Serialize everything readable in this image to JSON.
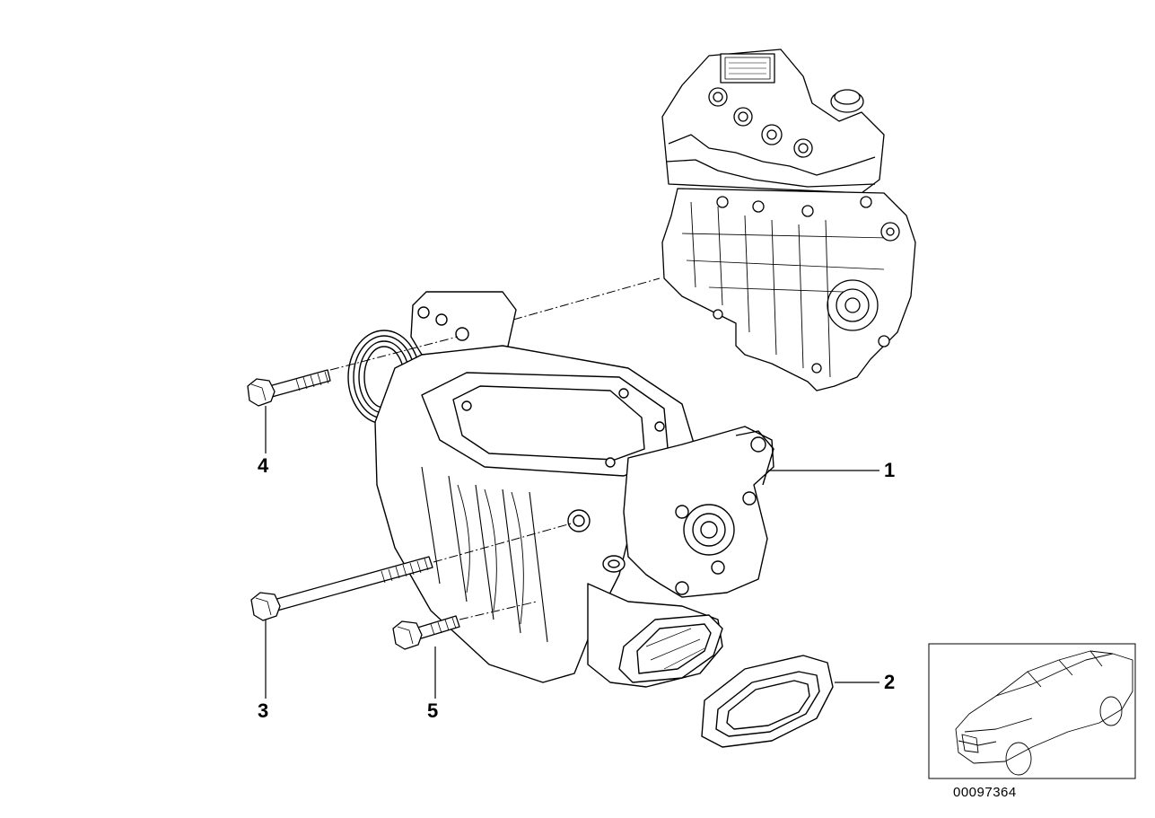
{
  "callouts": [
    {
      "id": "1",
      "label": "1"
    },
    {
      "id": "2",
      "label": "2"
    },
    {
      "id": "3",
      "label": "3"
    },
    {
      "id": "4",
      "label": "4"
    },
    {
      "id": "5",
      "label": "5"
    }
  ],
  "reference_code": "00097364",
  "icons": [
    "engine-block-illustration",
    "supercharger-illustration",
    "gasket-illustration",
    "bolt-illustration",
    "car-thumbnail-icon"
  ],
  "colors": {
    "line": "#000000",
    "background": "#ffffff"
  }
}
